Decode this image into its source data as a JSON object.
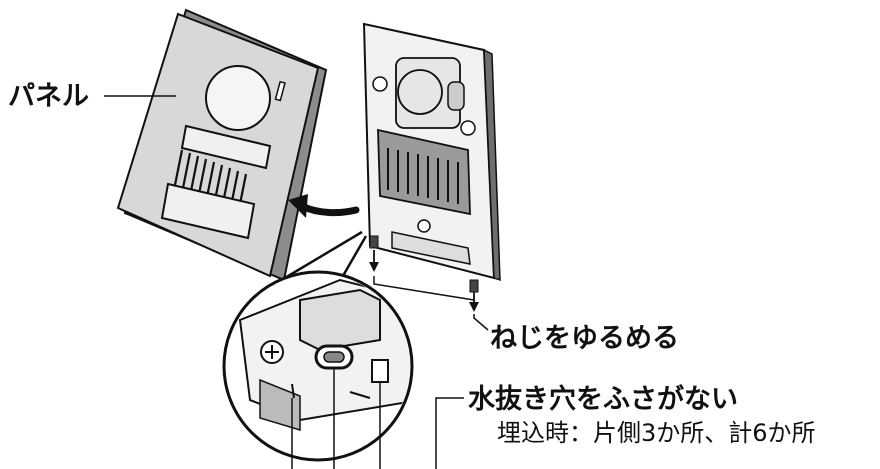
{
  "labels": {
    "panel": "パネル",
    "loosen_screws": "ねじをゆるめる",
    "do_not_block_drain": "水抜き穴をふさがない",
    "drain_note": "埋込時：片側3か所、計6か所"
  },
  "colors": {
    "panel_face": "#d8d8d8",
    "panel_side": "#8c8c8c",
    "outline": "#111111",
    "body_fill": "#f2f2f2",
    "shadow": "#6e6e6e"
  },
  "icons": [
    "curved-arrow-icon",
    "screw-icon",
    "down-arrow-icon",
    "magnifier-circle"
  ]
}
